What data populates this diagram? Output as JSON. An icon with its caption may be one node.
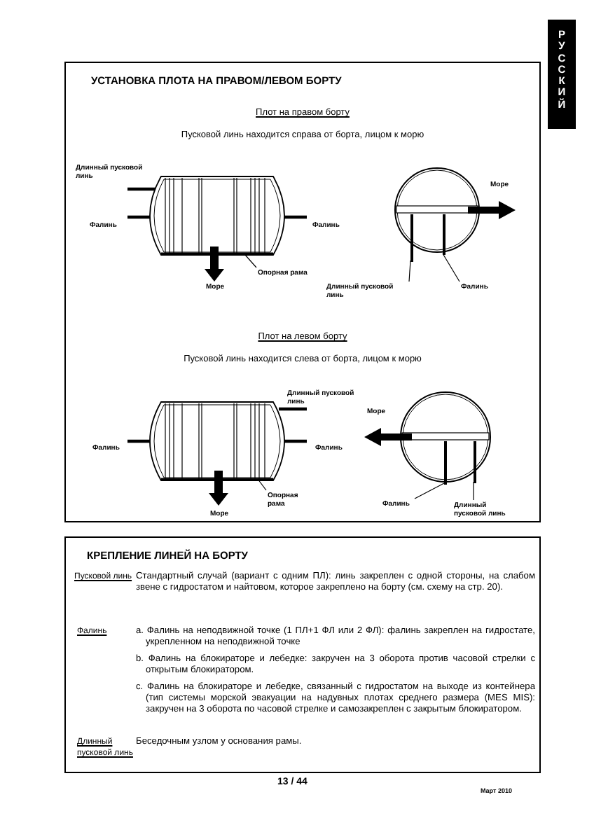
{
  "diagram": {
    "nodes": [
      {
        "text": [
          "УСТАНОВКА ПЛОТА НА ПРАВОМ/ЛЕВОМ БОРТУ"
        ]
      },
      {
        "text": [
          "Опорная рама"
        ],
        "in": 0
      },
      {
        "text": [
          "Длинный пусковой линь"
        ],
        "in": 0
      },
      {
        "text": [
          "Фалинь"
        ],
        "in": 0
      },
      {
        "text": [
          "Опорная рама"
        ],
        "in": 0
      },
      {
        "text": [
          "Фалинь"
        ],
        "in": 0
      },
      {
        "text": [
          "Длинный пусковой линь"
        ],
        "in": 0
      },
      {
        "text": [
          "КРЕПЛЕНИЕ ЛИНЕЙ НА БОРТУ"
        ]
      },
      {
        "text": [
          "РУССКИЙ"
        ]
      },
      {
        "text": [],
        "shape": "bar",
        "in": 0
      },
      {
        "text": [],
        "shape": "bar",
        "in": 0
      },
      {
        "text": [],
        "shape": "bar",
        "in": 0
      },
      {
        "text": [],
        "shape": "bar",
        "in": 0
      }
    ],
    "edges": [
      {
        "from": 1,
        "to": null,
        "arrow": "none"
      },
      {
        "from": 2,
        "to": 9,
        "arrow": "none"
      },
      {
        "from": 3,
        "to": 10,
        "arrow": "none"
      },
      {
        "from": 4,
        "to": null,
        "arrow": "none"
      },
      {
        "from": 5,
        "to": 11,
        "arrow": "none"
      },
      {
        "from": 6,
        "to": 12,
        "arrow": "none"
      }
    ],
    "labels": [
      "Плот на правом борту",
      "Пусковой линь находится справа от борта, лицом к морю",
      "Длинный пусковой линь",
      "Фалинь",
      "Фалинь",
      "Море",
      "Море",
      "Плот на левом борту",
      "Пусковой линь находится слева от борта, лицом к морю",
      "Длинный пусковой линь",
      "Море",
      "Фалинь",
      "Фалинь",
      "Море",
      "Пусковой линь",
      "Стандартный случай (вариант с одним ПЛ): линь закреплен с одной стороны, на слабом звене с гидростатом и найтовом, которое закреплено на борту (см. схему на стр. 20).",
      "Фалинь",
      "a. Фалинь на неподвижной точке (1 ПЛ+1 ФЛ или 2 ФЛ): фалинь закреплен на гидростате, укрепленном на неподвижной точке",
      "b. Фалинь на блокираторе и лебедке: закручен на 3 оборота против часовой стрелки с открытым блокиратором.",
      "c. Фалинь на блокираторе и лебедке, связанный с гидростатом на выходе из контейнера (тип системы морской эвакуации на надувных плотах среднего размера (MES MIS): закручен на 3 оборота по часовой стрелке и самозакреплен с закрытым блокиратором.",
      "Длинный пусковой линь",
      "Беседочным узлом у основания рамы.",
      "13 / 44",
      "Март 2010"
    ]
  }
}
